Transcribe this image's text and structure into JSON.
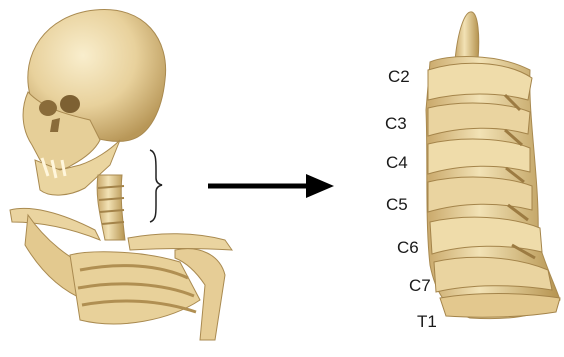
{
  "vertebra_labels": [
    "C2",
    "C3",
    "C4",
    "C5",
    "C6",
    "C7",
    "T1"
  ],
  "colors": {
    "bone": "#ecd7a4",
    "bone_shadow": "#b99a5e",
    "bone_highlight": "#f8ecc8",
    "arrow": "#000000",
    "background": "#ffffff"
  }
}
